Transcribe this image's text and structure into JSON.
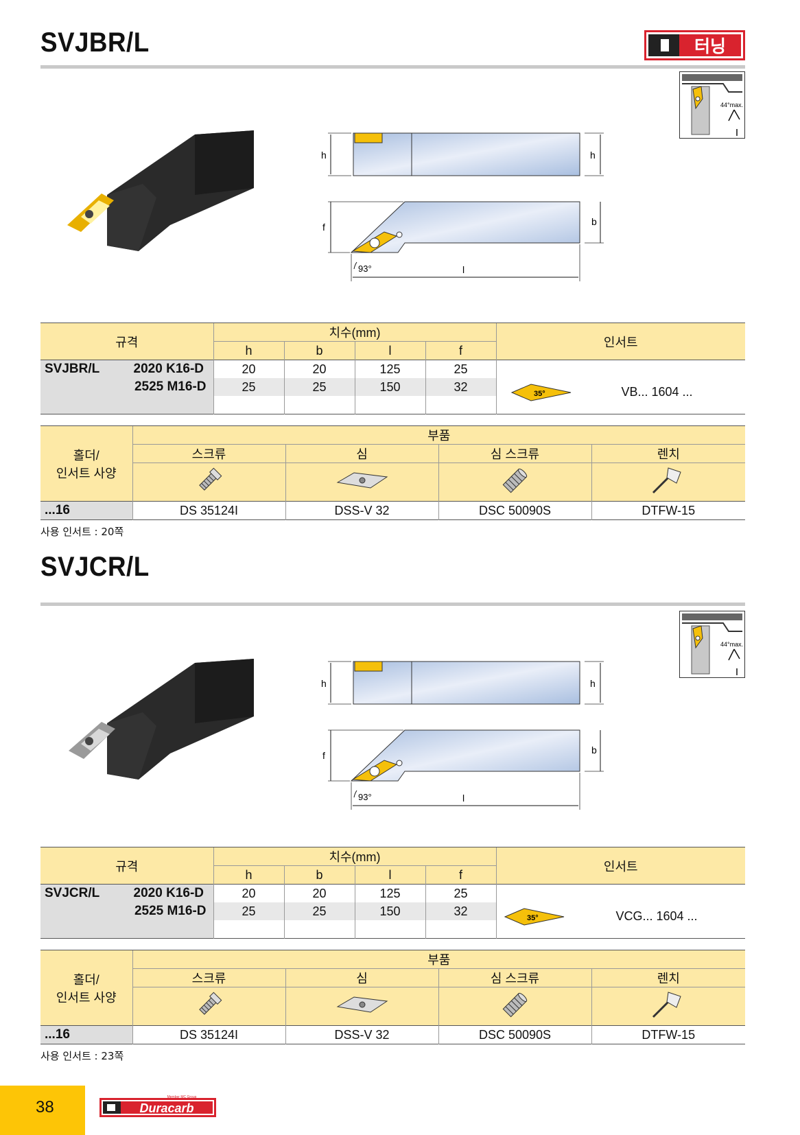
{
  "sections": [
    {
      "title": "SVJBR/L",
      "spec_headers": {
        "grade": "규격",
        "dims": "치수(mm)",
        "h": "h",
        "b": "b",
        "l": "l",
        "f": "f",
        "insert": "인서트"
      },
      "series": "SVJBR/L",
      "rows": [
        {
          "code": "2020 K16-D",
          "h": "20",
          "b": "20",
          "l": "125",
          "f": "25"
        },
        {
          "code": "2525 M16-D",
          "h": "25",
          "b": "25",
          "l": "150",
          "f": "32"
        }
      ],
      "insert_angle": "35°",
      "insert_code": "VB... 1604 ...",
      "parts_headers": {
        "holder": "홀더/",
        "holder2": "인서트 사양",
        "parts": "부품",
        "screw": "스크류",
        "shim": "심",
        "shim_screw": "심 스크류",
        "wrench": "렌치"
      },
      "parts_row": {
        "size": "...16",
        "screw": "DS 35124I",
        "shim": "DSS-V 32",
        "shim_screw": "DSC 50090S",
        "wrench": "DTFW-15"
      },
      "note": "사용 인서트 : 20쪽",
      "drawing": {
        "h": "h",
        "f": "f",
        "b": "b",
        "l": "l",
        "angle": "93°",
        "mini_angle": "44°max."
      }
    },
    {
      "title": "SVJCR/L",
      "spec_headers": {
        "grade": "규격",
        "dims": "치수(mm)",
        "h": "h",
        "b": "b",
        "l": "l",
        "f": "f",
        "insert": "인서트"
      },
      "series": "SVJCR/L",
      "rows": [
        {
          "code": "2020 K16-D",
          "h": "20",
          "b": "20",
          "l": "125",
          "f": "25"
        },
        {
          "code": "2525 M16-D",
          "h": "25",
          "b": "25",
          "l": "150",
          "f": "32"
        }
      ],
      "insert_angle": "35°",
      "insert_code": "VCG... 1604 ...",
      "parts_headers": {
        "holder": "홀더/",
        "holder2": "인서트 사양",
        "parts": "부품",
        "screw": "스크류",
        "shim": "심",
        "shim_screw": "심 스크류",
        "wrench": "렌치"
      },
      "parts_row": {
        "size": "...16",
        "screw": "DS 35124I",
        "shim": "DSS-V 32",
        "shim_screw": "DSC 50090S",
        "wrench": "DTFW-15"
      },
      "note": "사용 인서트 : 23쪽",
      "drawing": {
        "h": "h",
        "f": "f",
        "b": "b",
        "l": "l",
        "angle": "93°",
        "mini_angle": "44°max."
      }
    }
  ],
  "brand": {
    "logo_text": "터닝"
  },
  "footer": {
    "page": "38",
    "logo_text": "Duracarb",
    "logo_small": "Member MC Group"
  },
  "colors": {
    "yellow_header": "#fde9a6",
    "gray": "#dedede",
    "footer_yellow": "#fdc506",
    "logo_red": "#d9232e",
    "insert_gold": "#f5c00a"
  }
}
